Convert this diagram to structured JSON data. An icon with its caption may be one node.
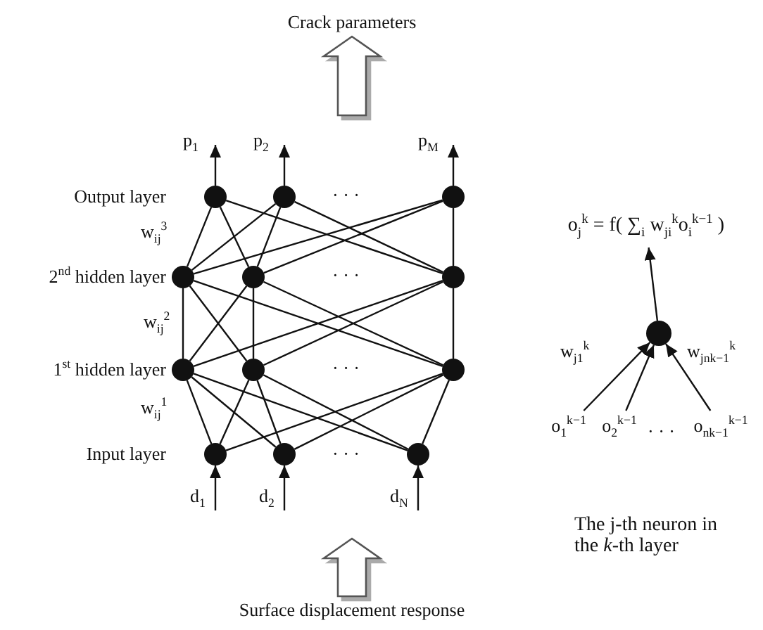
{
  "diagram": {
    "nodes": [
      {
        "text": [
          "Crack parameters"
        ]
      },
      {
        "text": [
          "Surface displacement response"
        ]
      },
      {
        "text": [],
        "shape": "circle"
      },
      {
        "text": [],
        "shape": "circle"
      },
      {
        "text": [],
        "shape": "circle"
      },
      {
        "text": [],
        "shape": "circle"
      },
      {
        "text": [],
        "shape": "circle"
      },
      {
        "text": [],
        "shape": "circle"
      },
      {
        "text": [],
        "shape": "circle"
      },
      {
        "text": [],
        "shape": "circle"
      },
      {
        "text": [],
        "shape": "circle"
      },
      {
        "text": [],
        "shape": "circle"
      },
      {
        "text": [],
        "shape": "circle"
      },
      {
        "text": [],
        "shape": "circle"
      },
      {
        "text": [
          "o$_{j}$$^{k}$ = f( ∑$_{i}$ w$_{ji}$$^{k}$o$_{i}$$^{k−1}$ )"
        ]
      },
      {
        "text": [],
        "shape": "circle"
      },
      {
        "text": [
          "o$_{1}$$^{k−1}$"
        ]
      },
      {
        "text": [
          "o$_{2}$$^{k−1}$"
        ]
      },
      {
        "text": [
          "o$_{n}$$_{k−1}$$^{k−1}$"
        ]
      }
    ],
    "edges": [
      {
        "from": null,
        "to": 0,
        "arrow": "to",
        "style": "thick"
      },
      {
        "from": 1,
        "to": null,
        "arrow": "to",
        "style": "thick"
      },
      {
        "from": 2,
        "to": null,
        "arrow": "to",
        "label": "p$_{1}$"
      },
      {
        "from": 3,
        "to": null,
        "arrow": "to",
        "label": "p$_{2}$"
      },
      {
        "from": 4,
        "to": null,
        "arrow": "to",
        "label": "p$_{M}$"
      },
      {
        "from": null,
        "to": 11,
        "arrow": "to",
        "label": "d$_{1}$"
      },
      {
        "from": null,
        "to": 12,
        "arrow": "to",
        "label": "d$_{2}$"
      },
      {
        "from": null,
        "to": 13,
        "arrow": "to",
        "label": "d$_{N}$"
      },
      {
        "from": 5,
        "to": 2,
        "arrow": "none"
      },
      {
        "from": 5,
        "to": 3,
        "arrow": "none"
      },
      {
        "from": 5,
        "to": 4,
        "arrow": "none"
      },
      {
        "from": 6,
        "to": 2,
        "arrow": "none"
      },
      {
        "from": 6,
        "to": 3,
        "arrow": "none"
      },
      {
        "from": 6,
        "to": 4,
        "arrow": "none"
      },
      {
        "from": 7,
        "to": 2,
        "arrow": "none"
      },
      {
        "from": 7,
        "to": 3,
        "arrow": "none"
      },
      {
        "from": 7,
        "to": 4,
        "arrow": "none"
      },
      {
        "from": 8,
        "to": 5,
        "arrow": "none"
      },
      {
        "from": 8,
        "to": 6,
        "arrow": "none"
      },
      {
        "from": 8,
        "to": 7,
        "arrow": "none"
      },
      {
        "from": 9,
        "to": 5,
        "arrow": "none"
      },
      {
        "from": 9,
        "to": 6,
        "arrow": "none"
      },
      {
        "from": 9,
        "to": 7,
        "arrow": "none"
      },
      {
        "from": 10,
        "to": 5,
        "arrow": "none"
      },
      {
        "from": 10,
        "to": 6,
        "arrow": "none"
      },
      {
        "from": 10,
        "to": 7,
        "arrow": "none"
      },
      {
        "from": 11,
        "to": 8,
        "arrow": "none"
      },
      {
        "from": 11,
        "to": 9,
        "arrow": "none"
      },
      {
        "from": 11,
        "to": 10,
        "arrow": "none"
      },
      {
        "from": 12,
        "to": 8,
        "arrow": "none"
      },
      {
        "from": 12,
        "to": 9,
        "arrow": "none"
      },
      {
        "from": 12,
        "to": 10,
        "arrow": "none"
      },
      {
        "from": 13,
        "to": 8,
        "arrow": "none"
      },
      {
        "from": 13,
        "to": 9,
        "arrow": "none"
      },
      {
        "from": 13,
        "to": 10,
        "arrow": "none"
      },
      {
        "from": 16,
        "to": 15,
        "arrow": "to",
        "label": "w$_{j1}$$^{k}$"
      },
      {
        "from": 17,
        "to": 15,
        "arrow": "to"
      },
      {
        "from": 18,
        "to": 15,
        "arrow": "to",
        "label": "w$_{jn}$$_{k−1}$$^{k}$"
      },
      {
        "from": 15,
        "to": 14,
        "arrow": "to"
      }
    ],
    "labels": [
      "Output layer",
      "· · ·",
      "w$_{ij}$$^{3}$",
      "2$^{nd}$ hidden layer",
      "· · ·",
      "w$_{ij}$$^{2}$",
      "1$^{st}$ hidden layer",
      "· · ·",
      "w$_{ij}$$^{1}$",
      "Input layer",
      "· · ·",
      "· · ·",
      "The j-th neuron in the *k*-th layer"
    ]
  }
}
